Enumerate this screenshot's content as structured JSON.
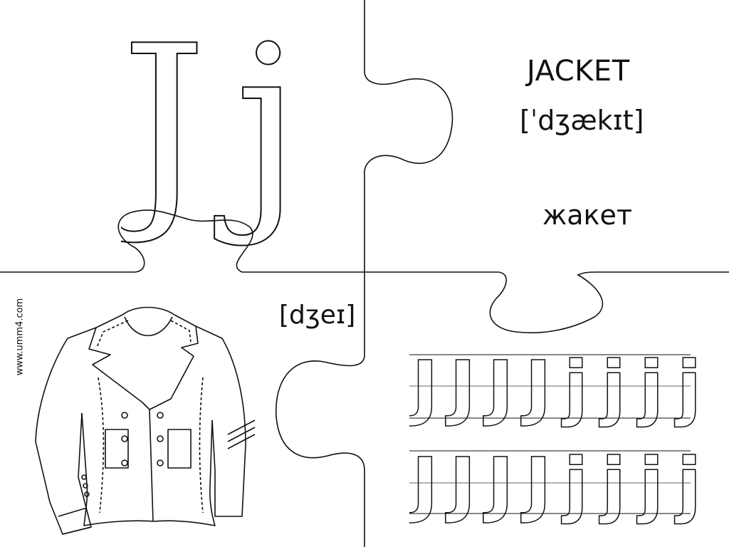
{
  "header": {
    "title": ""
  },
  "letter": {
    "upper": "J",
    "lower": "j",
    "sound": "[dʒeɪ]"
  },
  "word": {
    "english": "JACKET",
    "transcription": "[ˈdʒækɪt]",
    "russian": "жакет"
  },
  "site": {
    "label": "www.umm4.com"
  },
  "illustration": {
    "subject": "jacket"
  },
  "practice": {
    "rows": [
      {
        "letters": [
          "J",
          "J",
          "J",
          "J",
          "j",
          "j",
          "j",
          "j"
        ]
      },
      {
        "letters": [
          "J",
          "J",
          "J",
          "J",
          "j",
          "j",
          "j",
          "j"
        ]
      }
    ]
  },
  "colors": {
    "ink": "#111111",
    "paper": "#ffffff"
  },
  "icons": {
    "puzzle": "puzzle-piece-icon",
    "jacket": "jacket-icon"
  }
}
